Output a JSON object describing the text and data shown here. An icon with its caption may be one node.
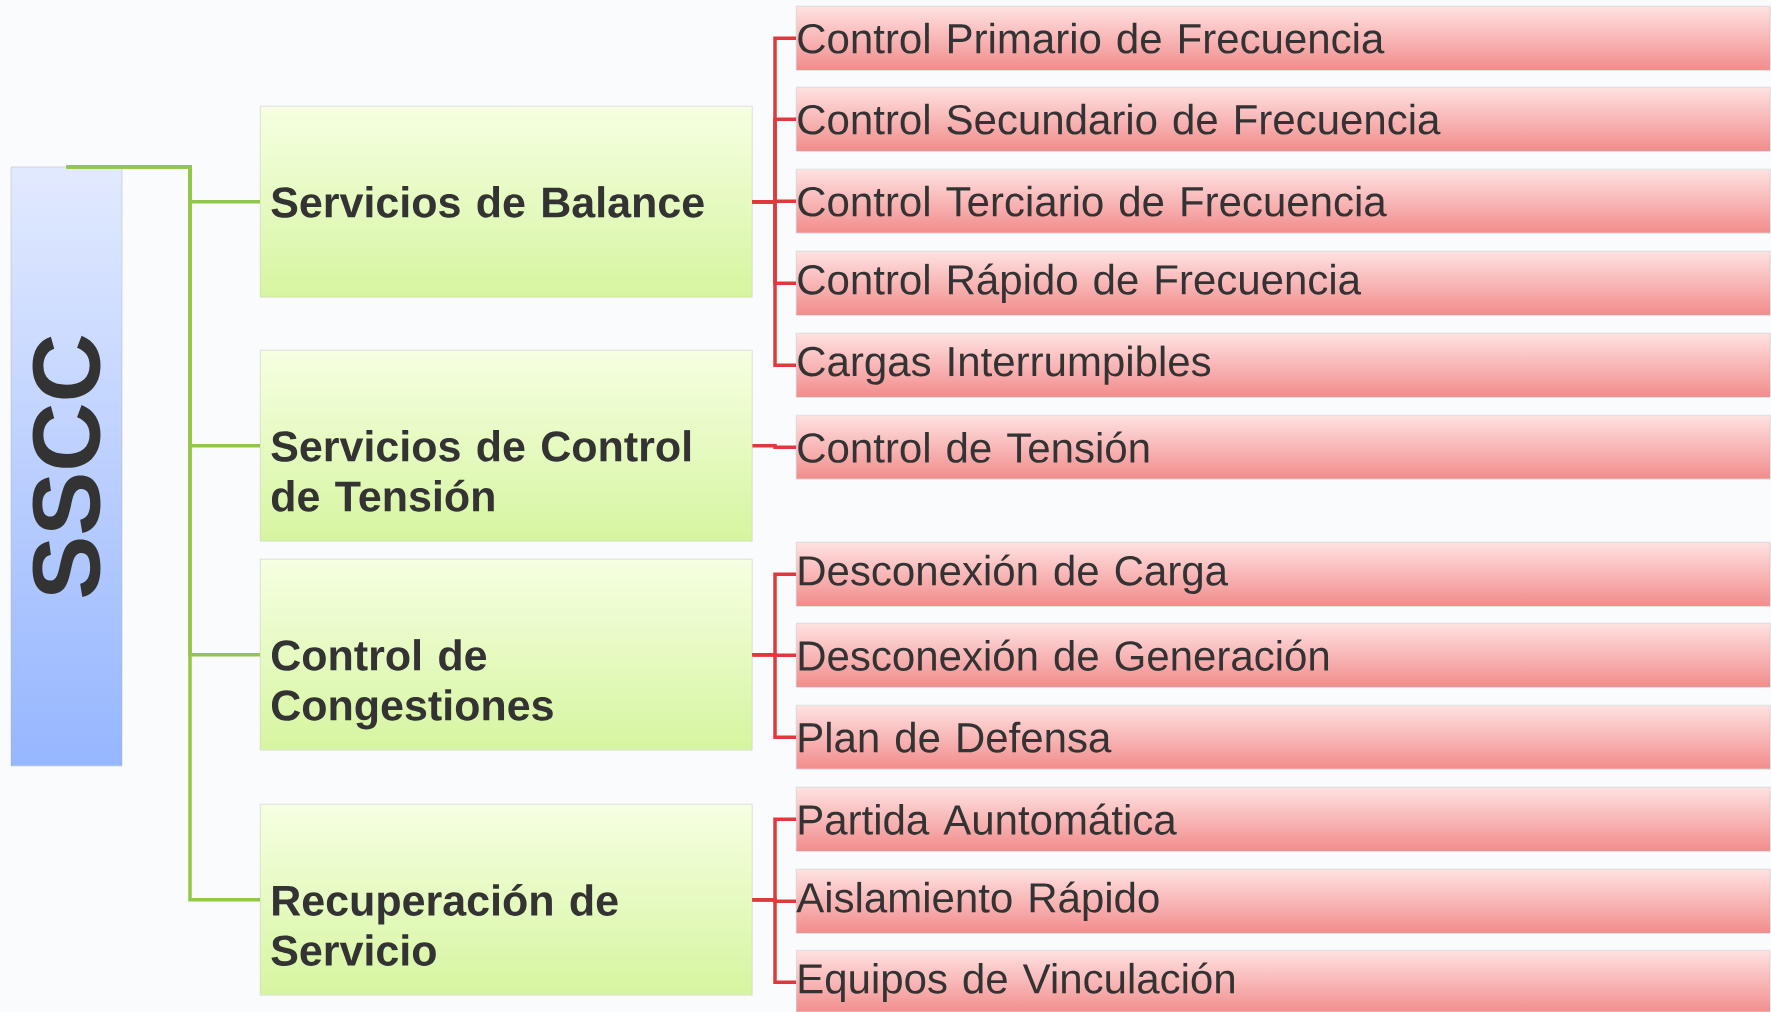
{
  "diagram": {
    "nodes": [
      {
        "text": [
          "SSCC"
        ]
      },
      {
        "text": [
          "Servicios de Balance"
        ]
      },
      {
        "text": [
          "Servicios de Control de Tensión"
        ]
      },
      {
        "text": [
          "Control de Congestiones"
        ]
      },
      {
        "text": [
          "Recuperación de Servicio"
        ]
      },
      {
        "text": [
          "Control Primario de Frecuencia"
        ]
      },
      {
        "text": [
          "Control Secundario de Frecuencia"
        ]
      },
      {
        "text": [
          "Control Terciario de Frecuencia"
        ]
      },
      {
        "text": [
          "Control Rápido de Frecuencia"
        ]
      },
      {
        "text": [
          "Cargas Interrumpibles"
        ]
      },
      {
        "text": [
          "Control de Tensión"
        ]
      },
      {
        "text": [
          "Desconexión de Carga"
        ]
      },
      {
        "text": [
          "Desconexión de Generación"
        ]
      },
      {
        "text": [
          "Plan de Defensa"
        ]
      },
      {
        "text": [
          "Partida Auntomática"
        ]
      },
      {
        "text": [
          "Aislamiento Rápido"
        ]
      },
      {
        "text": [
          "Equipos de Vinculación"
        ]
      }
    ],
    "edges": [
      {
        "from": 0,
        "to": 1,
        "arrow": "none",
        "color": "#92c84a"
      },
      {
        "from": 0,
        "to": 2,
        "arrow": "none",
        "color": "#92c84a"
      },
      {
        "from": 0,
        "to": 3,
        "arrow": "none",
        "color": "#92c84a"
      },
      {
        "from": 0,
        "to": 4,
        "arrow": "none",
        "color": "#92c84a"
      },
      {
        "from": 1,
        "to": 5,
        "arrow": "none"
      },
      {
        "from": 1,
        "to": 6,
        "arrow": "none"
      },
      {
        "from": 1,
        "to": 7,
        "arrow": "none"
      },
      {
        "from": 1,
        "to": 8,
        "arrow": "none"
      },
      {
        "from": 1,
        "to": 9,
        "arrow": "none"
      },
      {
        "from": 2,
        "to": 10,
        "arrow": "none"
      },
      {
        "from": 3,
        "to": 11,
        "arrow": "none"
      },
      {
        "from": 3,
        "to": 12,
        "arrow": "none"
      },
      {
        "from": 3,
        "to": 13,
        "arrow": "none"
      },
      {
        "from": 4,
        "to": 14,
        "arrow": "none"
      },
      {
        "from": 4,
        "to": 15,
        "arrow": "none"
      },
      {
        "from": 4,
        "to": 16,
        "arrow": "none"
      }
    ]
  }
}
